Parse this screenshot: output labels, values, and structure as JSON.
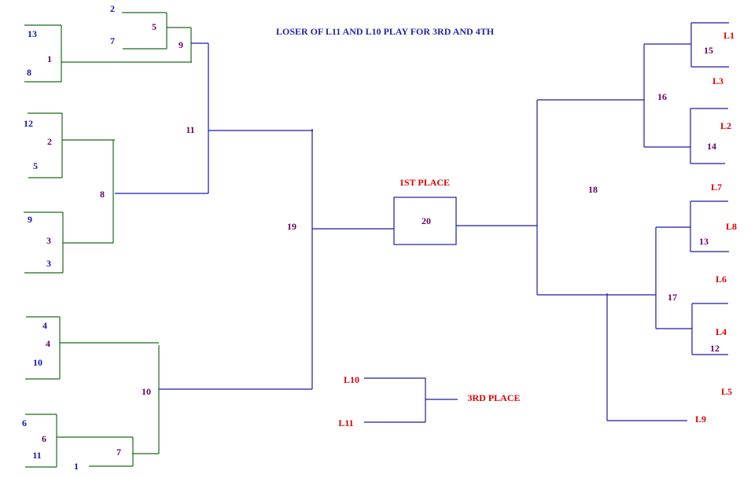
{
  "note": "LOSER OF L11 AND L10 PLAY FOR 3RD AND 4TH",
  "seeds": [
    "2",
    "7",
    "13",
    "8",
    "12",
    "5",
    "9",
    "3",
    "4",
    "10",
    "6",
    "11",
    "1"
  ],
  "games": [
    "5",
    "9",
    "1",
    "2",
    "8",
    "11",
    "3",
    "4",
    "10",
    "6",
    "7",
    "19",
    "20",
    "18",
    "16",
    "15",
    "14",
    "17",
    "13",
    "12"
  ],
  "losers": [
    "L1",
    "L3",
    "L2",
    "L7",
    "L8",
    "L6",
    "L4",
    "L5",
    "L9",
    "L10",
    "L11"
  ],
  "first_place": "1ST PLACE",
  "third_place": "3RD PLACE",
  "colors": {
    "seed": "#1414b4",
    "game": "#660066",
    "loser": "#e00000",
    "winners_lines": "#1a6b1a",
    "final_lines": "#1a1aa8"
  }
}
